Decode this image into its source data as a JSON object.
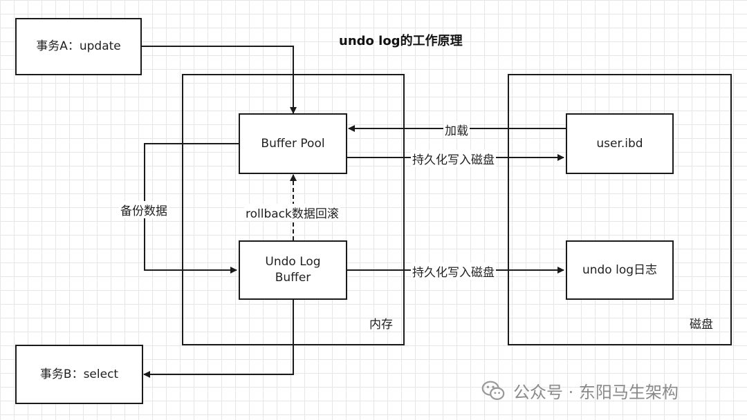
{
  "title": "undo log的工作原理",
  "nodes": {
    "tx_a": "事务A：update",
    "tx_b": "事务B：select",
    "buffer_pool": "Buffer Pool",
    "undo_buffer_line1": "Undo Log",
    "undo_buffer_line2": "Buffer",
    "user_ibd": "user.ibd",
    "undo_log_file": "undo log日志"
  },
  "groups": {
    "memory": "内存",
    "disk": "磁盘"
  },
  "edges": {
    "load": "加载",
    "persist_1": "持久化写入磁盘",
    "persist_2": "持久化写入磁盘",
    "backup": "备份数据",
    "rollback": "rollback数据回滚"
  },
  "watermark": "公众号 · 东阳马生架构"
}
